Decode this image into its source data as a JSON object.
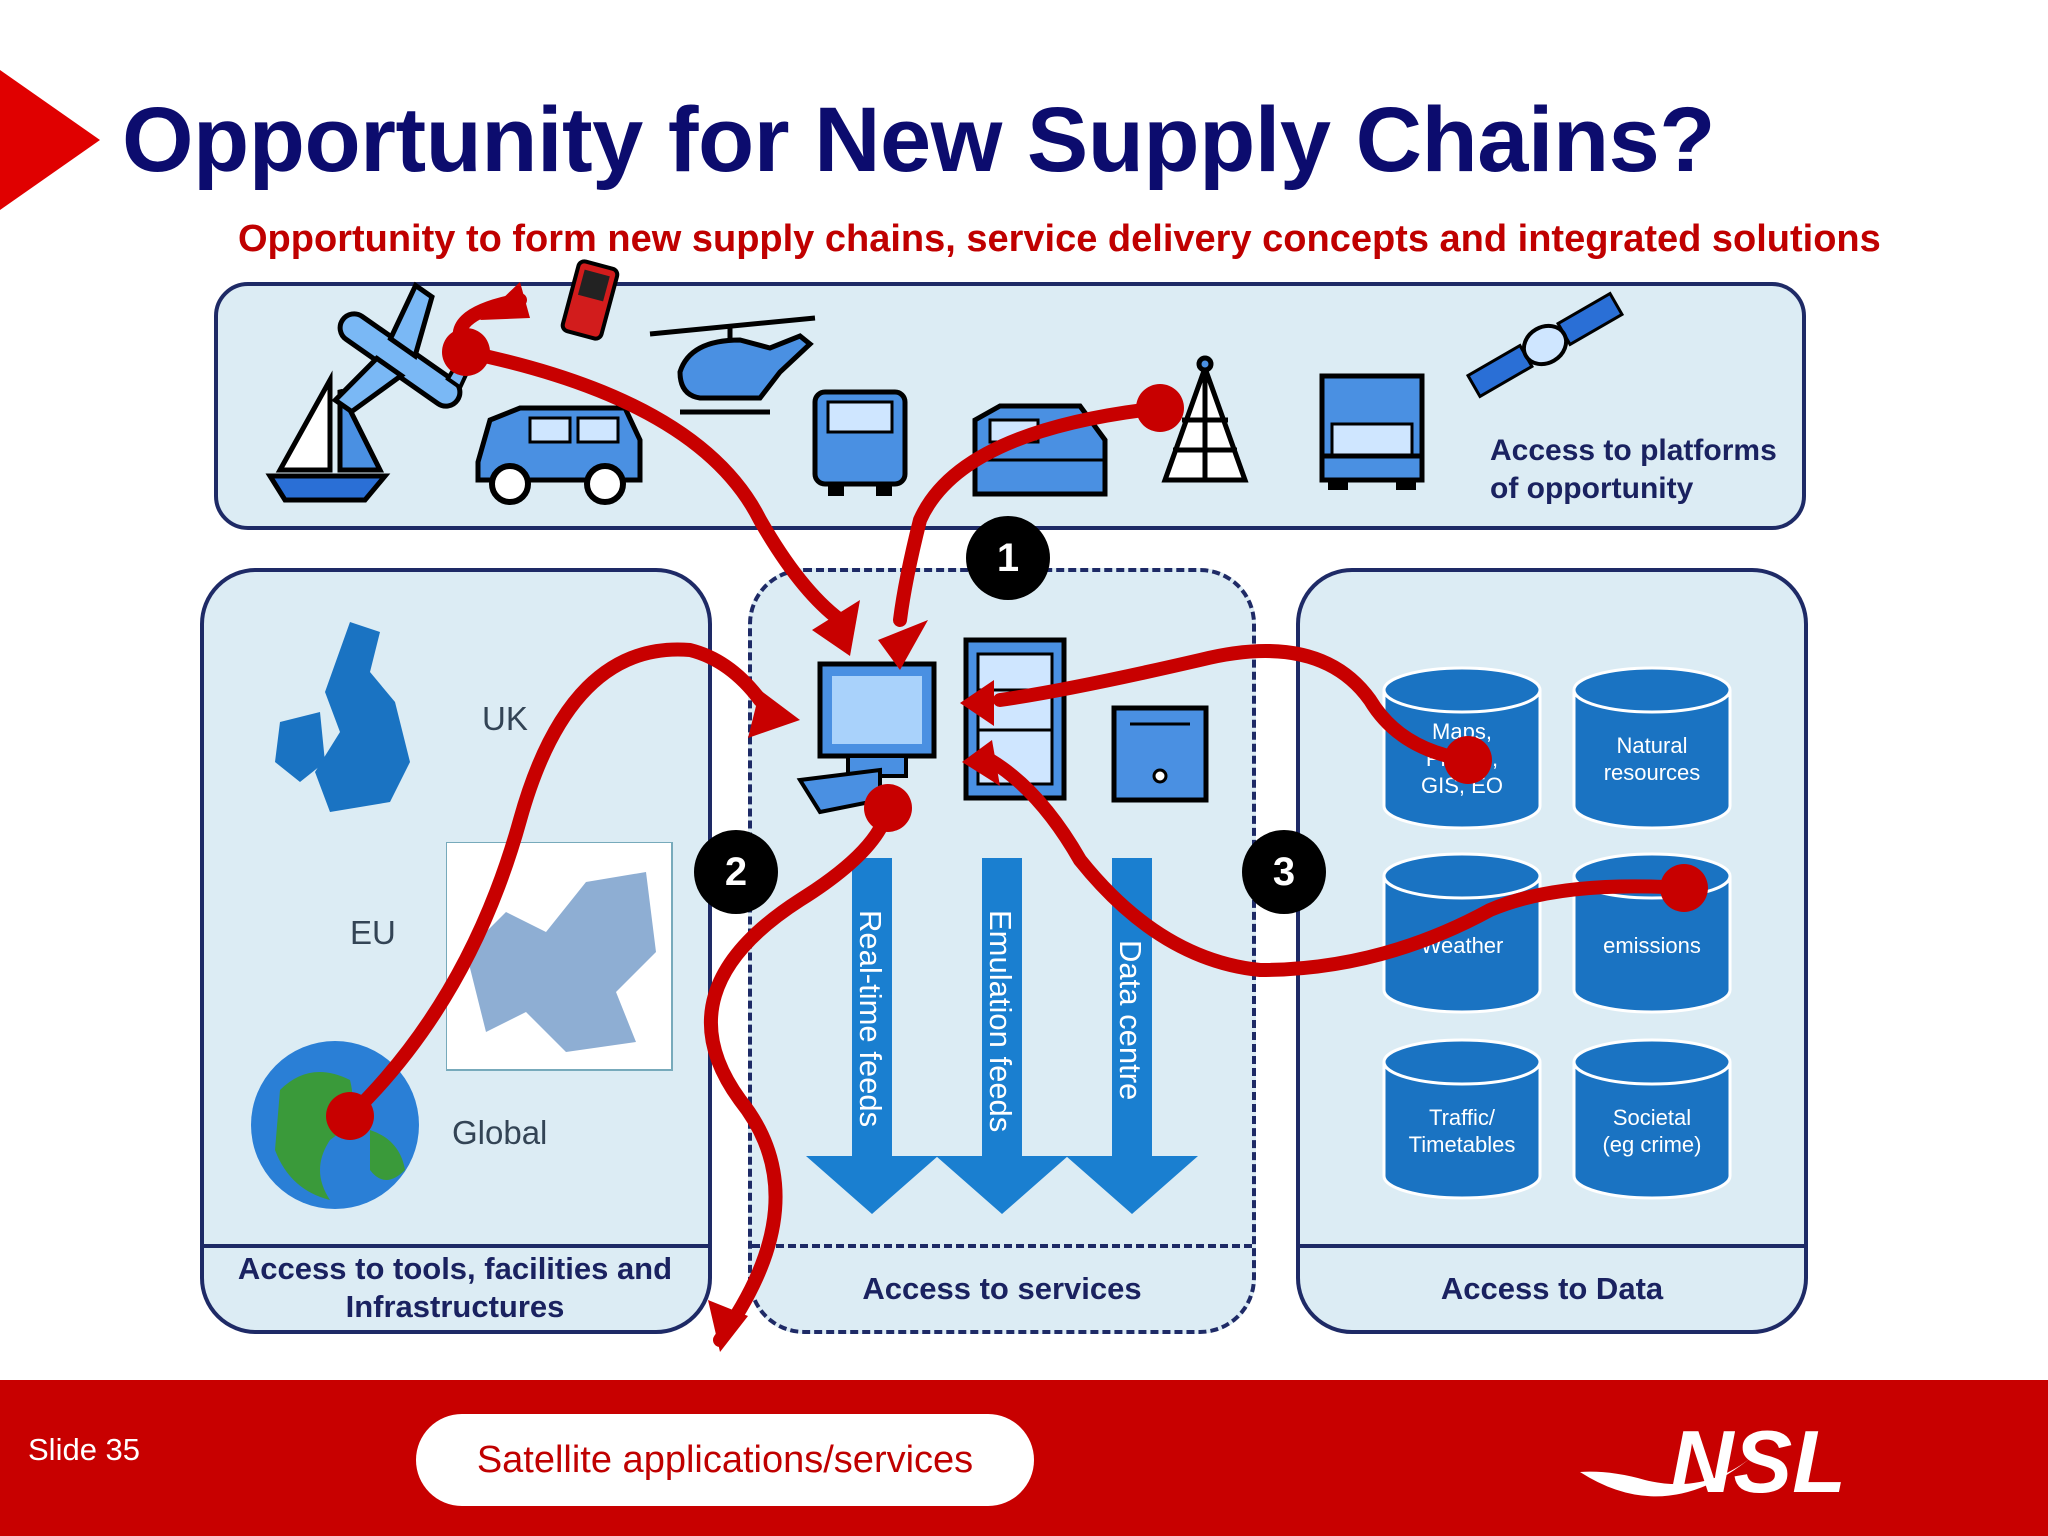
{
  "title": "Opportunity for New Supply Chains?",
  "subtitle": "Opportunity to form new supply chains, service delivery concepts and integrated solutions",
  "platforms_label": "Access to platforms of opportunity",
  "tools_label": "Access to tools, facilities and Infrastructures",
  "services_label": "Access to services",
  "data_label": "Access to Data",
  "regions": {
    "uk": "UK",
    "eu": "EU",
    "global": "Global"
  },
  "feeds": [
    "Real-time feeds",
    "Emulation feeds",
    "Data centre"
  ],
  "datasets": {
    "maps": "Maps,\nPlaces,\nGIS, EO",
    "natural": "Natural\nresources",
    "weather": "Weather",
    "emissions": "emissions",
    "traffic": "Traffic/\nTimetables",
    "societal": "Societal\n(eg crime)"
  },
  "badges": [
    "1",
    "2",
    "3"
  ],
  "footer": {
    "slide": "Slide 35",
    "pill": "Satellite applications/services",
    "logo": "NSL"
  },
  "colors": {
    "title": "#0c0c6e",
    "accent_red": "#c80000",
    "panel_fill": "#dcecf4",
    "cylinder": "#1a73c2",
    "arrow": "#1a7fd0"
  }
}
